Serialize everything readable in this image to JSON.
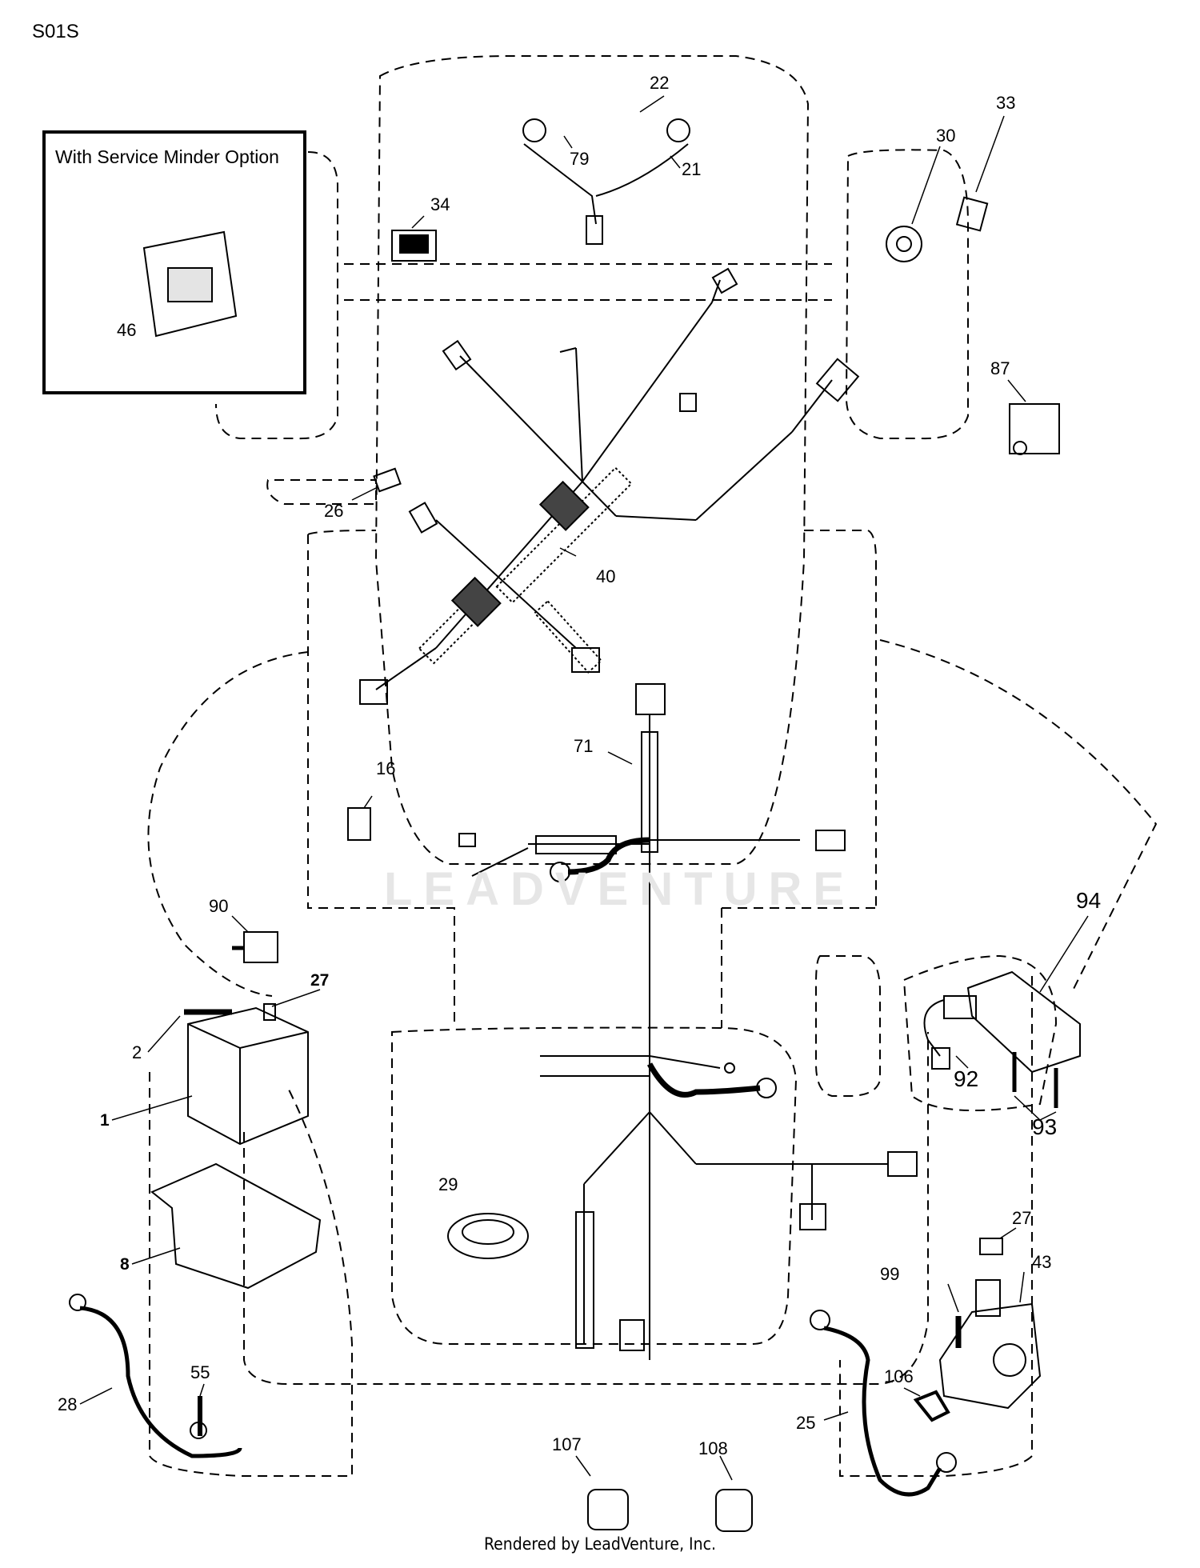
{
  "diagram_code": "S01S",
  "inset_title": "With Service Minder Option",
  "watermark": "LEADVENTURE",
  "footer": "Rendered by LeadVenture, Inc.",
  "callouts": {
    "c22": "22",
    "c79": "79",
    "c21": "21",
    "c34": "34",
    "c30": "30",
    "c33": "33",
    "c46": "46",
    "c87": "87",
    "c26": "26",
    "c40": "40",
    "c71": "71",
    "c16": "16",
    "c90": "90",
    "c27a": "27",
    "c2": "2",
    "c1": "1",
    "c8": "8",
    "c94": "94",
    "c92": "92",
    "c93": "93",
    "c29": "29",
    "c27b": "27",
    "c43": "43",
    "c99": "99",
    "c28": "28",
    "c55": "55",
    "c106": "106",
    "c25": "25",
    "c107": "107",
    "c108": "108"
  }
}
